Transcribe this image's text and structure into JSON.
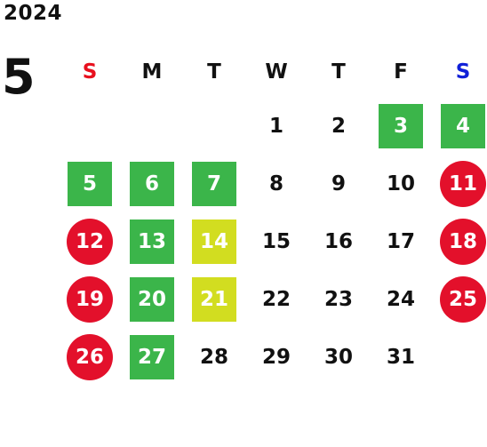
{
  "calendar": {
    "year": "2024",
    "month": "5",
    "weekdays": [
      "S",
      "M",
      "T",
      "W",
      "T",
      "F",
      "S"
    ],
    "colors": {
      "sunday_header": "#e8101e",
      "saturday_header": "#1020d8",
      "green": "#3bb54a",
      "yellow": "#d2dd20",
      "red": "#e3102b"
    },
    "weeks": [
      [
        {
          "day": "",
          "style": "none"
        },
        {
          "day": "",
          "style": "none"
        },
        {
          "day": "",
          "style": "none"
        },
        {
          "day": "1",
          "style": "plain"
        },
        {
          "day": "2",
          "style": "plain"
        },
        {
          "day": "3",
          "style": "green"
        },
        {
          "day": "4",
          "style": "green"
        }
      ],
      [
        {
          "day": "5",
          "style": "green"
        },
        {
          "day": "6",
          "style": "green"
        },
        {
          "day": "7",
          "style": "green"
        },
        {
          "day": "8",
          "style": "plain"
        },
        {
          "day": "9",
          "style": "plain"
        },
        {
          "day": "10",
          "style": "plain"
        },
        {
          "day": "11",
          "style": "red"
        }
      ],
      [
        {
          "day": "12",
          "style": "red"
        },
        {
          "day": "13",
          "style": "green"
        },
        {
          "day": "14",
          "style": "yellow"
        },
        {
          "day": "15",
          "style": "plain"
        },
        {
          "day": "16",
          "style": "plain"
        },
        {
          "day": "17",
          "style": "plain"
        },
        {
          "day": "18",
          "style": "red"
        }
      ],
      [
        {
          "day": "19",
          "style": "red"
        },
        {
          "day": "20",
          "style": "green"
        },
        {
          "day": "21",
          "style": "yellow"
        },
        {
          "day": "22",
          "style": "plain"
        },
        {
          "day": "23",
          "style": "plain"
        },
        {
          "day": "24",
          "style": "plain"
        },
        {
          "day": "25",
          "style": "red"
        }
      ],
      [
        {
          "day": "26",
          "style": "red"
        },
        {
          "day": "27",
          "style": "green"
        },
        {
          "day": "28",
          "style": "plain"
        },
        {
          "day": "29",
          "style": "plain"
        },
        {
          "day": "30",
          "style": "plain"
        },
        {
          "day": "31",
          "style": "plain"
        },
        {
          "day": "",
          "style": "none"
        }
      ]
    ]
  }
}
